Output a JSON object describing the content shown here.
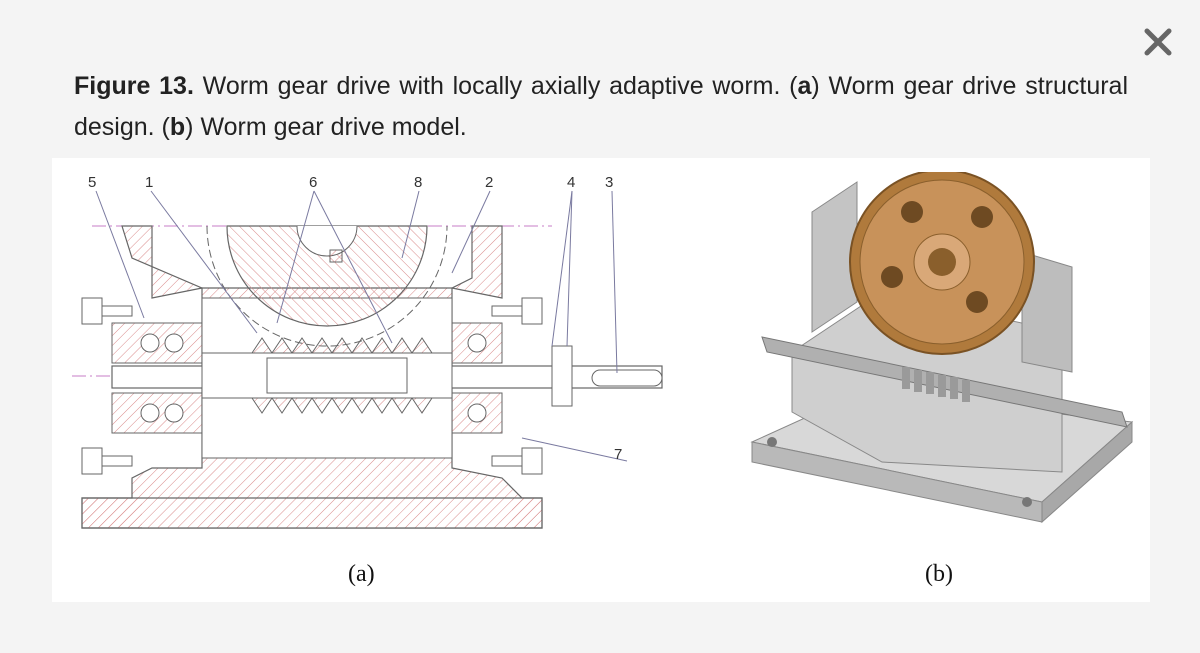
{
  "close": {
    "icon": "close-icon"
  },
  "caption": {
    "fig_label": "Figure 13.",
    "t1": " Worm gear drive with locally axially adaptive worm. (",
    "a": "a",
    "t2": ") Worm gear drive structural design. (",
    "b": "b",
    "t3": ") Worm gear drive model."
  },
  "figure": {
    "callouts": [
      "5",
      "1",
      "6",
      "8",
      "2",
      "4",
      "3",
      "7"
    ],
    "sub_a": "(a)",
    "sub_b": "(b)"
  }
}
